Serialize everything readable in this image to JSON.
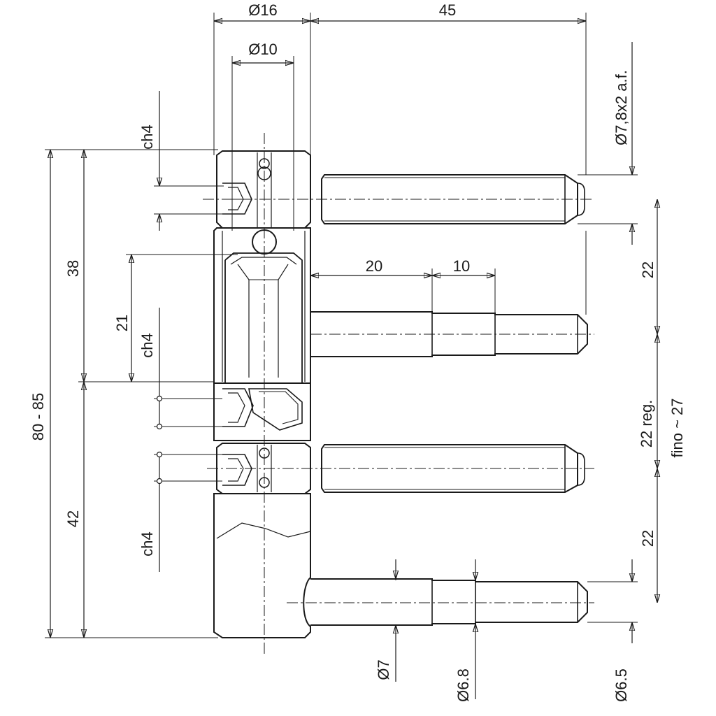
{
  "drawing": {
    "line_color": "#1a1a1a",
    "background": "#ffffff",
    "labels": {
      "dia16": "Ø16",
      "len45": "45",
      "dia10": "Ø10",
      "dia78": "Ø7,8x2 a.f.",
      "ch4_top": "ch4",
      "total": "80 - 85",
      "h38": "38",
      "h21": "21",
      "ch4_mid": "ch4",
      "h42": "42",
      "ch4_bot": "ch4",
      "len20": "20",
      "len10": "10",
      "pitch22_a": "22",
      "pitch22_reg": "22 reg.",
      "fino27": "fino ~ 27",
      "pitch22_b": "22",
      "dia7": "Ø7",
      "dia68": "Ø6.8",
      "dia65": "Ø6.5"
    }
  }
}
